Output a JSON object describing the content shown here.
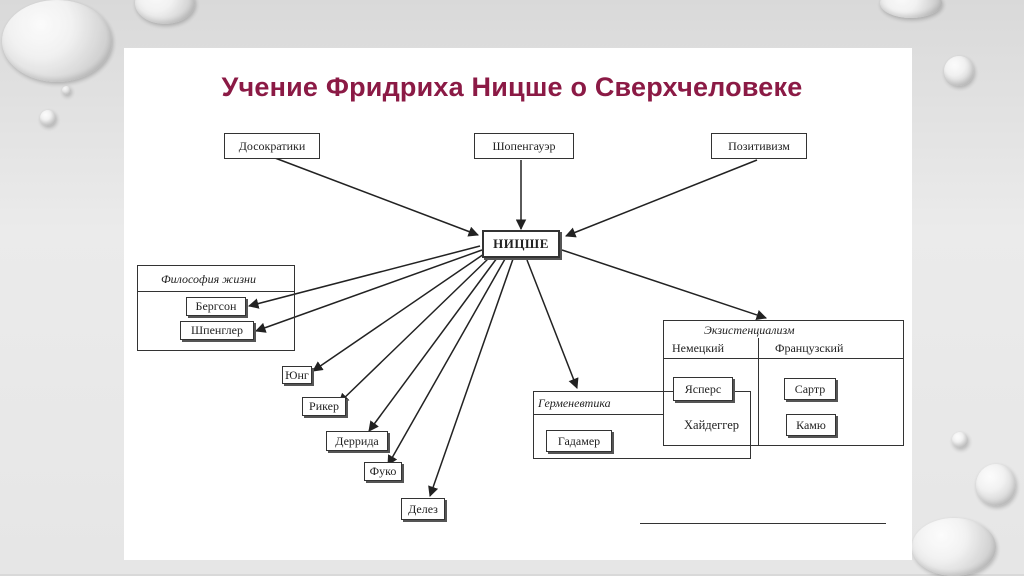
{
  "title": "Учение Фридриха Ницше о Сверхчеловеке",
  "center": "НИЦШЕ",
  "sources": [
    "Досократики",
    "Шопенгауэр",
    "Позитивизм"
  ],
  "philosophy_of_life": {
    "label": "Философия жизни",
    "items": [
      "Бергсон",
      "Шпенглер"
    ]
  },
  "individuals": [
    "Юнг",
    "Рикер",
    "Деррида",
    "Фуко",
    "Делез"
  ],
  "hermeneutics": {
    "label": "Герменевтика",
    "items": [
      "Гадамер"
    ]
  },
  "existentialism": {
    "label": "Экзистенциализм",
    "german_label": "Немецкий",
    "french_label": "Французский",
    "german": [
      "Ясперс",
      "Хайдеггер"
    ],
    "french": [
      "Сартр",
      "Камю"
    ]
  }
}
